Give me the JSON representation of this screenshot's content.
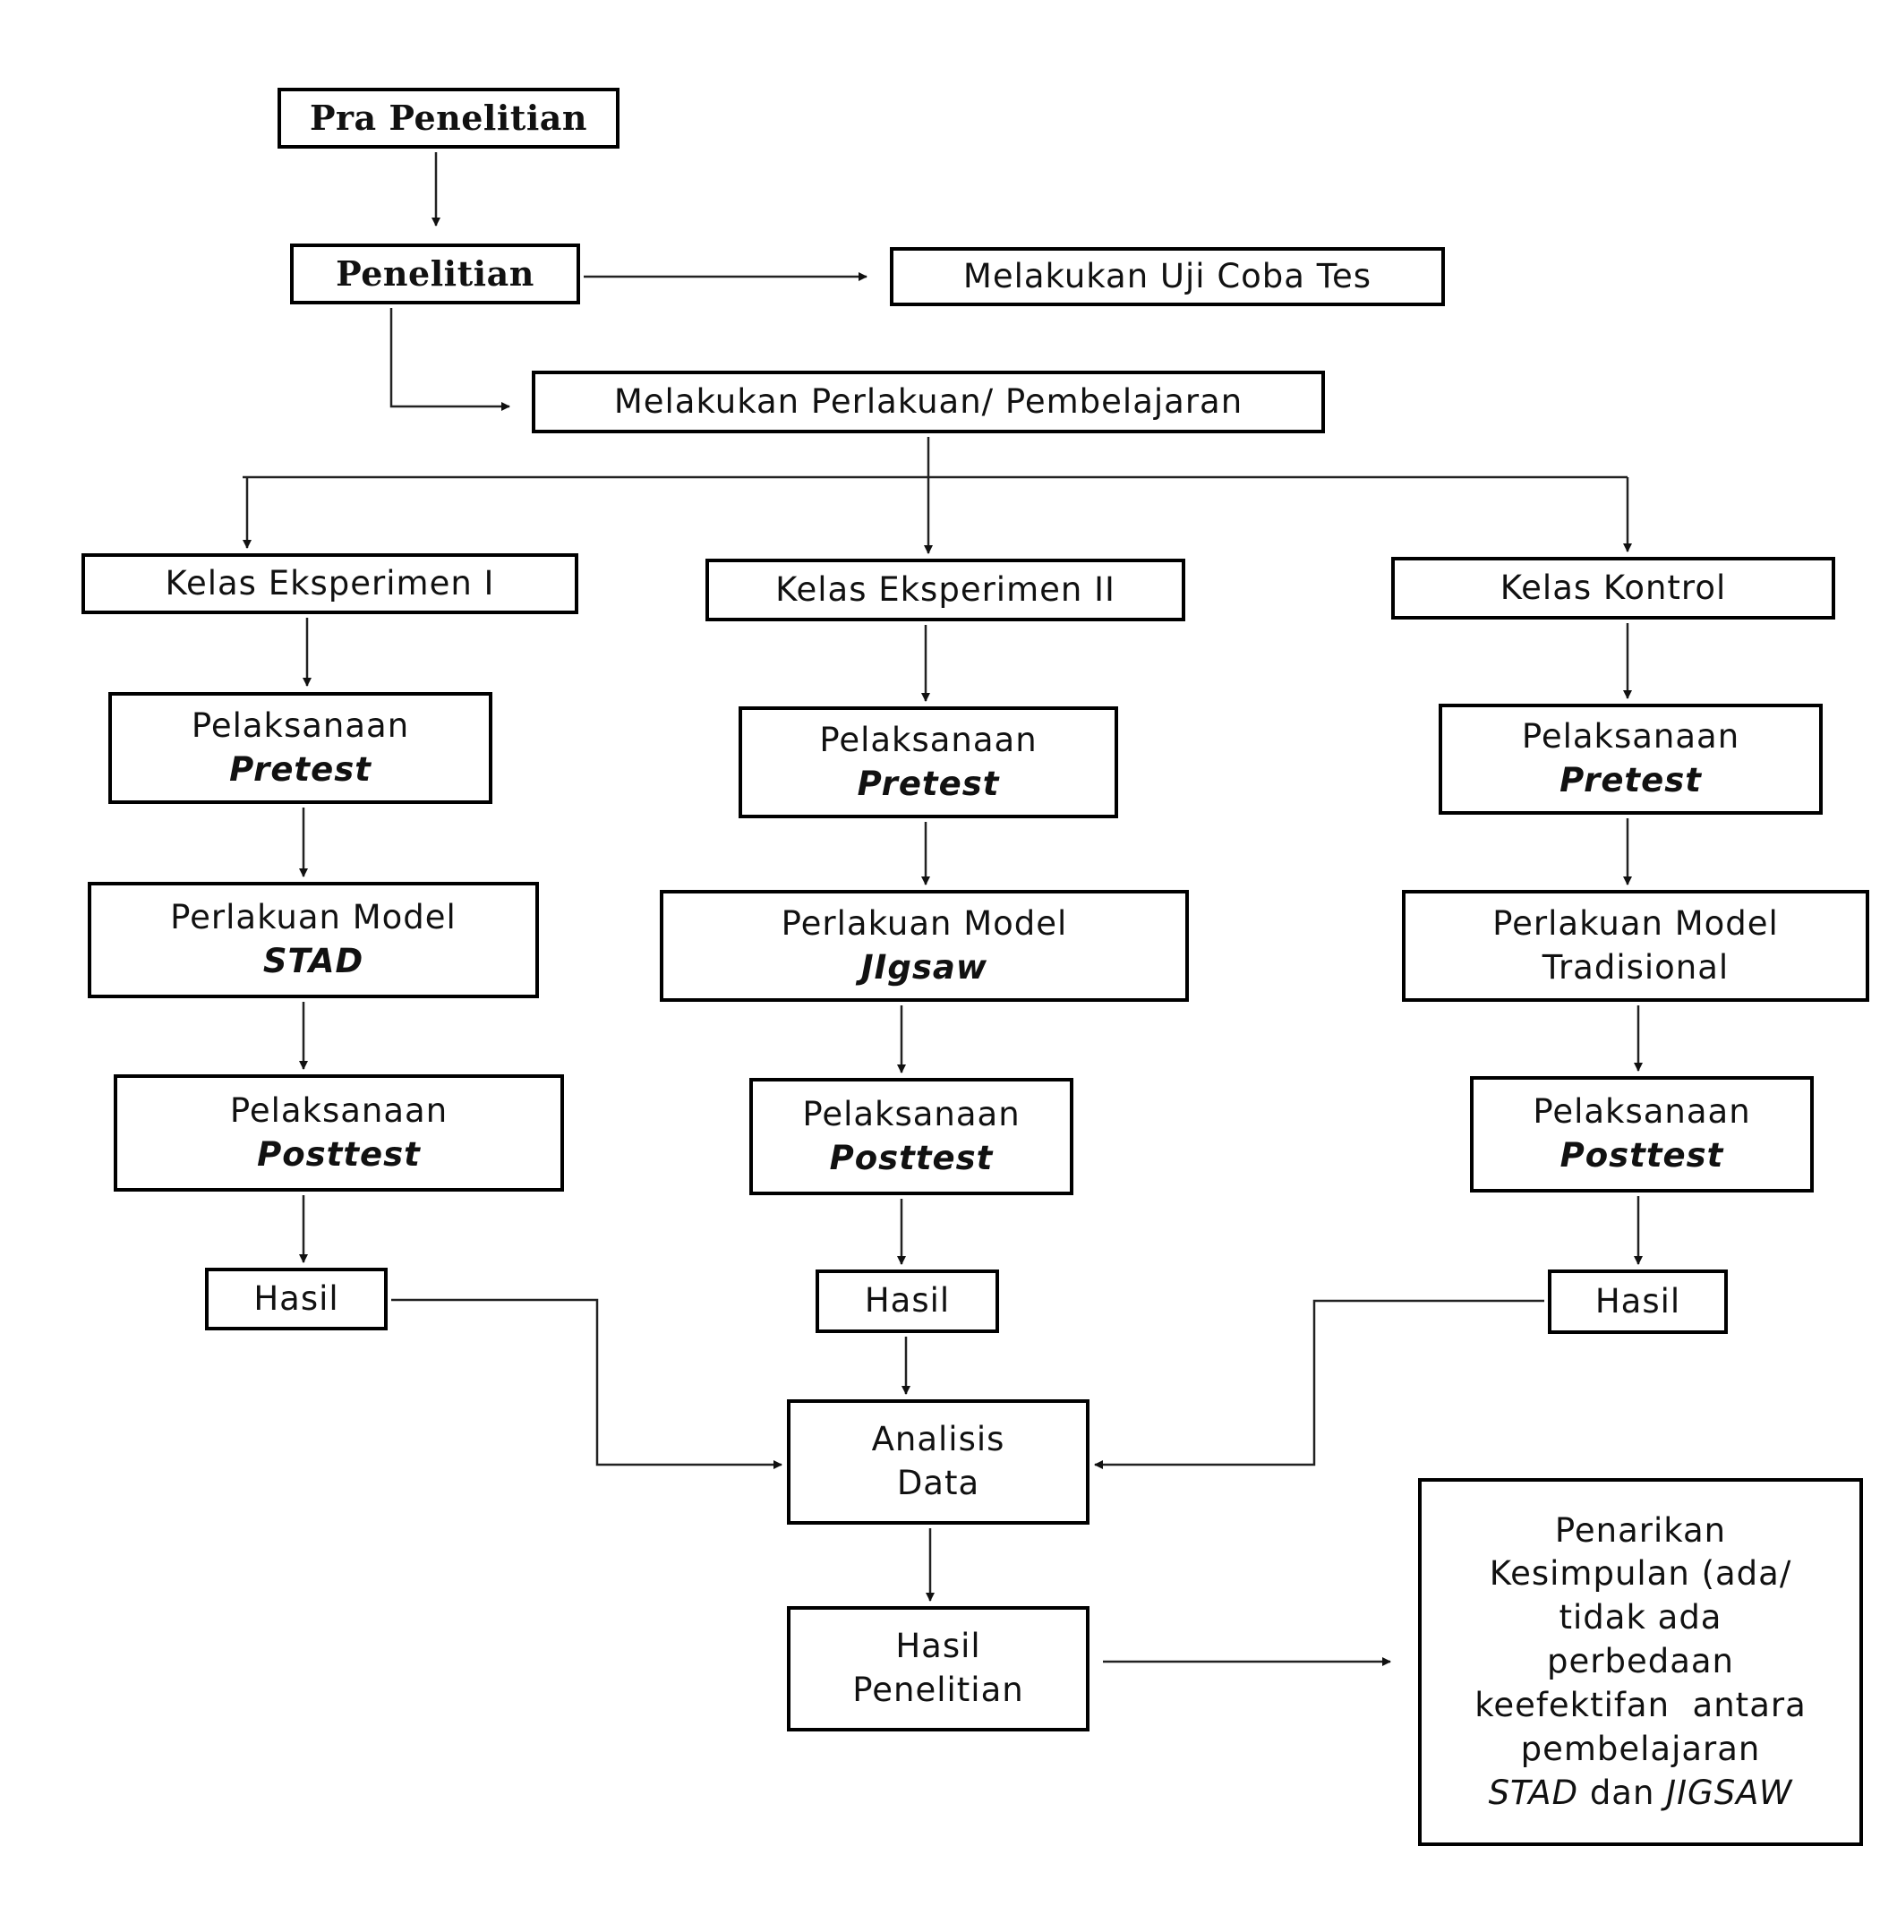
{
  "nodes": {
    "pra": "Pra Penelitian",
    "penelitian": "Penelitian",
    "uji_coba": "Melakukan Uji Coba Tes",
    "perlakuan": "Melakukan Perlakuan/ Pembelajaran",
    "kelas_eks1": "Kelas Eksperimen I",
    "kelas_eks2": "Kelas Eksperimen II",
    "kelas_kontrol": "Kelas Kontrol",
    "pelaksanaan": "Pelaksanaan",
    "pretest": "Pretest",
    "posttest": "Posttest",
    "perlakuan_model": "Perlakuan Model",
    "model_stad": "STAD",
    "model_jigsaw": "JIgsaw",
    "model_tradisional": "Tradisional",
    "hasil": "Hasil",
    "analisis_line1": "Analisis",
    "analisis_line2": "Data",
    "hasil_pen_line1": "Hasil",
    "hasil_pen_line2": "Penelitian",
    "kesimpulan_lines": [
      "Penarikan",
      "Kesimpulan (ada/",
      "tidak ada",
      "perbedaan",
      "keefektifan  antara",
      "pembelajaran"
    ],
    "kesimpulan_stad": "STAD",
    "kesimpulan_dan": " dan ",
    "kesimpulan_jigsaw": "JIGSAW"
  }
}
